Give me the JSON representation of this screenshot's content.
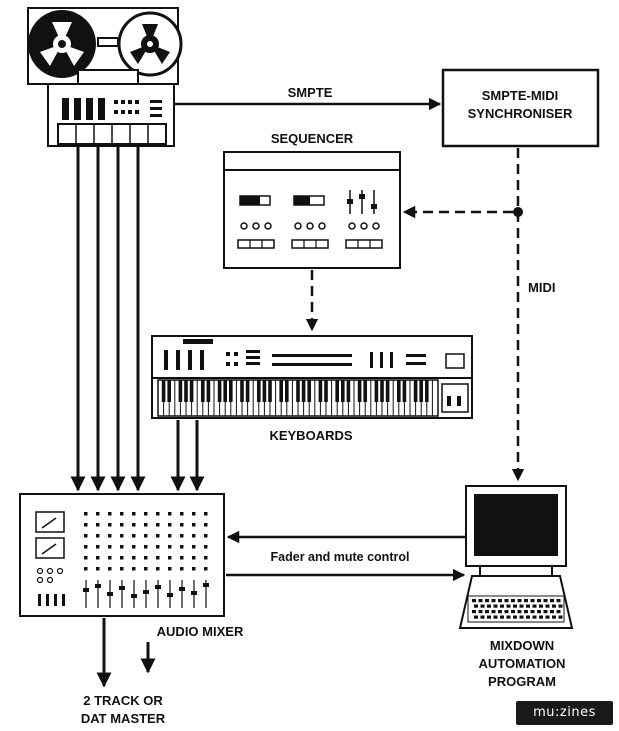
{
  "labels": {
    "smpte": "SMPTE",
    "synchroniser_line1": "SMPTE-MIDI",
    "synchroniser_line2": "SYNCHRONISER",
    "sequencer": "SEQUENCER",
    "midi": "MIDI",
    "keyboards": "KEYBOARDS",
    "fader_mute": "Fader and mute control",
    "audio_mixer": "AUDIO MIXER",
    "mixdown_line1": "MIXDOWN",
    "mixdown_line2": "AUTOMATION",
    "mixdown_line3": "PROGRAM",
    "master_line1": "2 TRACK OR",
    "master_line2": "DAT MASTER"
  },
  "watermark": "mu:zines",
  "colors": {
    "ink": "#111111",
    "paper": "#ffffff"
  }
}
